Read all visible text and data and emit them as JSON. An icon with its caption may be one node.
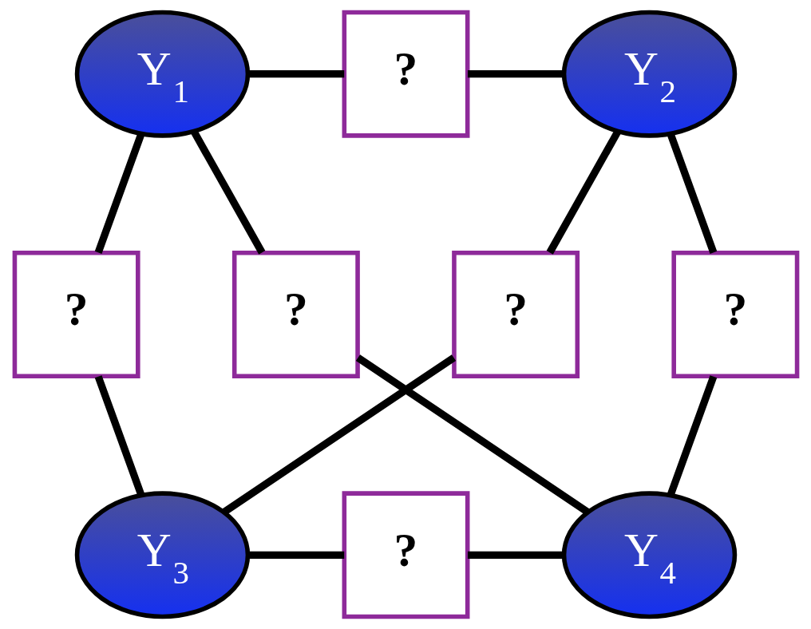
{
  "diagram": {
    "nodes": [
      {
        "text": [
          "Y$_{1}$"
        ]
      },
      {
        "text": [
          "?"
        ]
      },
      {
        "text": [
          "Y$_{2}$"
        ]
      },
      {
        "text": [
          "?"
        ]
      },
      {
        "text": [
          "?"
        ]
      },
      {
        "text": [
          "?"
        ]
      },
      {
        "text": [
          "?"
        ]
      },
      {
        "text": [
          "Y$_{3}$"
        ]
      },
      {
        "text": [
          "?"
        ]
      },
      {
        "text": [
          "Y$_{4}$"
        ]
      }
    ],
    "edges": [
      {
        "from": 0,
        "to": 1,
        "arrow": "none"
      },
      {
        "from": 1,
        "to": 2,
        "arrow": "none"
      },
      {
        "from": 0,
        "to": 3,
        "arrow": "none"
      },
      {
        "from": 3,
        "to": 9,
        "arrow": "none"
      },
      {
        "from": 0,
        "to": 4,
        "arrow": "none"
      },
      {
        "from": 4,
        "to": 7,
        "arrow": "none"
      },
      {
        "from": 2,
        "to": 5,
        "arrow": "none"
      },
      {
        "from": 5,
        "to": 9,
        "arrow": "none"
      },
      {
        "from": 2,
        "to": 6,
        "arrow": "none"
      },
      {
        "from": 6,
        "to": 7,
        "arrow": "none"
      },
      {
        "from": 7,
        "to": 8,
        "arrow": "none"
      },
      {
        "from": 8,
        "to": 9,
        "arrow": "none"
      }
    ]
  }
}
